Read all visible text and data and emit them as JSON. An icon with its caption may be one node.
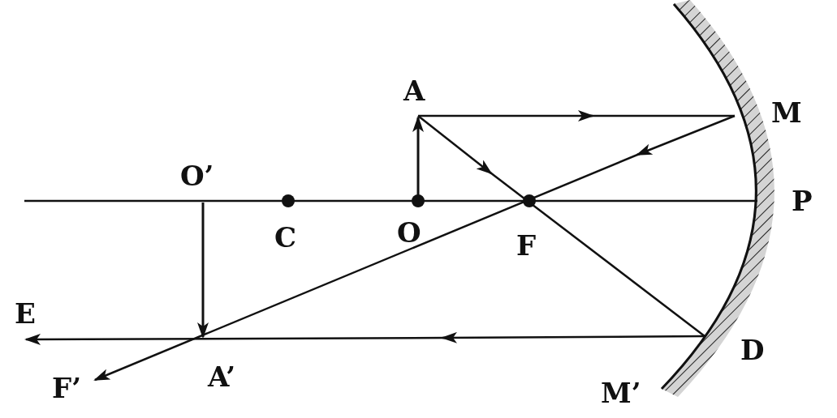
{
  "diagram": {
    "labels": [
      "A",
      "M",
      "O’",
      "P",
      "C",
      "O",
      "F",
      "E",
      "D",
      "A’",
      "F’",
      "M’"
    ]
  }
}
